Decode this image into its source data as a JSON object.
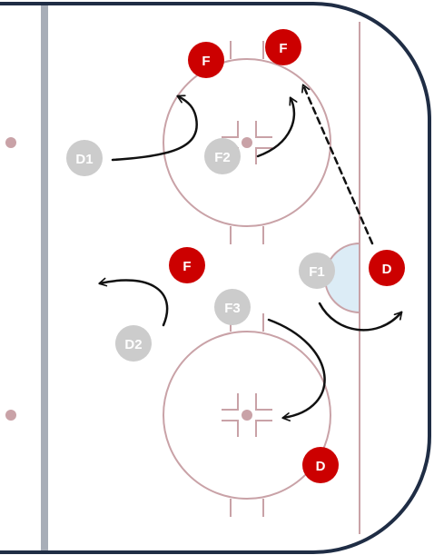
{
  "colors": {
    "board": "#1f2d45",
    "blue_line": "#a8aeb8",
    "red_line": "#c9a2a7",
    "offense": "#cc0000",
    "defense_ghost": "#cccccc",
    "crease_fill": "#dcecf6",
    "arrow": "#111111"
  },
  "players": {
    "offense_f_top_left": {
      "label": "F",
      "team": "offense"
    },
    "offense_f_top_right": {
      "label": "F",
      "team": "offense"
    },
    "offense_f_middle": {
      "label": "F",
      "team": "offense"
    },
    "offense_d_right": {
      "label": "D",
      "team": "offense"
    },
    "offense_d_bottom": {
      "label": "D",
      "team": "offense"
    },
    "ghost_d1": {
      "label": "D1",
      "team": "defense"
    },
    "ghost_f2": {
      "label": "F2",
      "team": "defense"
    },
    "ghost_f1": {
      "label": "F1",
      "team": "defense"
    },
    "ghost_d2": {
      "label": "D2",
      "team": "defense"
    },
    "ghost_f3": {
      "label": "F3",
      "team": "defense"
    }
  }
}
